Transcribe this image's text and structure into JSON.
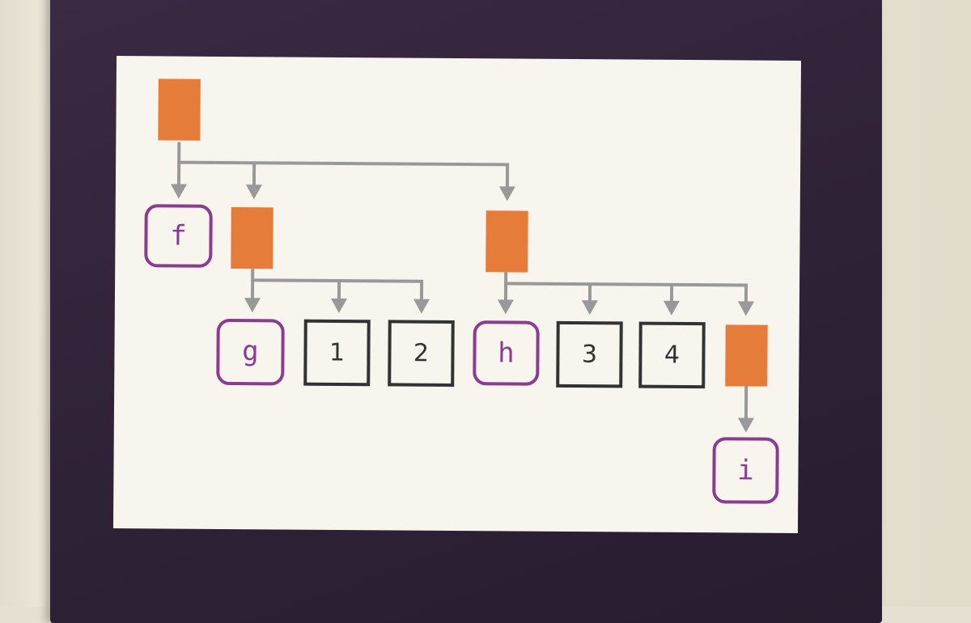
{
  "colors": {
    "background": "#e7e1d3",
    "book": "#2f2338",
    "card": "#f8f5ef",
    "cell": "#e57c3a",
    "arrow": "#999999",
    "symbol_border": "#8a3d8f",
    "value_border": "#333333"
  },
  "nodes": {
    "f": "f",
    "g": "g",
    "h": "h",
    "i": "i",
    "v1": "1",
    "v2": "2",
    "v3": "3",
    "v4": "4"
  }
}
